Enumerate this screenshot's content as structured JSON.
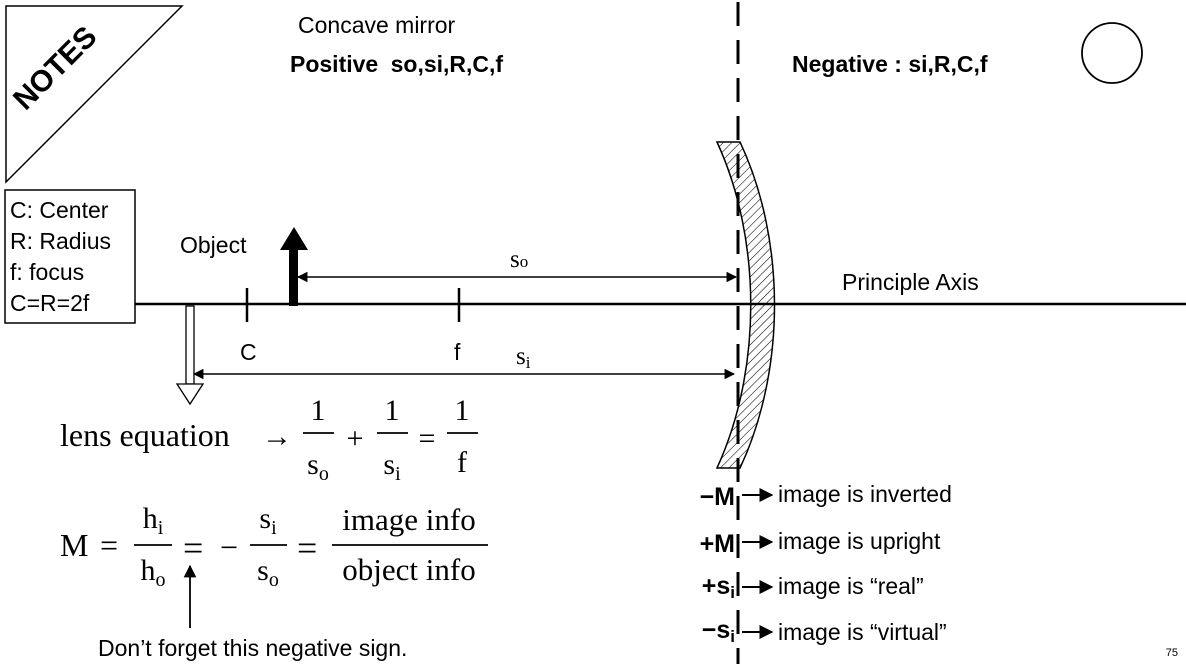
{
  "corner_tag": "NOTES",
  "header": {
    "mirror_type": "Concave mirror",
    "positive_word": "Positive",
    "positive_vars": "so,si,R,C,f",
    "negative_word": "Negative",
    "negative_vars": ": si,R,C,f"
  },
  "legend": {
    "lines": [
      "C: Center",
      "R: Radius",
      "f: focus",
      "C=R=2f"
    ]
  },
  "diagram": {
    "object_label": "Object",
    "axis_label": "Principle Axis",
    "point_c": "C",
    "point_f": "f",
    "so_base": "s",
    "so_sub": "o",
    "si_base": "s",
    "si_sub": "i"
  },
  "lens_equation": {
    "label": "lens equation",
    "arrow": "→",
    "one": "1",
    "plus": "+",
    "equals": "=",
    "den1_base": "s",
    "den1_sub": "o",
    "den2_base": "s",
    "den2_sub": "i",
    "den3": "f"
  },
  "magnification": {
    "lhs": "M",
    "equals": "=",
    "minus": "−",
    "h_base": "h",
    "hi_sub": "i",
    "ho_sub": "o",
    "s_base": "s",
    "si_sub": "i",
    "so_sub": "o",
    "num3": "image info",
    "den3": "object info",
    "note": "Don’t forget this negative sign."
  },
  "sign_rules": [
    {
      "symbol": "−M",
      "meaning": "image is inverted"
    },
    {
      "symbol": "+M",
      "meaning": "image is upright"
    },
    {
      "symbol": "+s",
      "sub": "i",
      "meaning": "image is “real”"
    },
    {
      "symbol": "−s",
      "sub": "i",
      "meaning": "image is “virtual”"
    }
  ],
  "page_number": "75"
}
